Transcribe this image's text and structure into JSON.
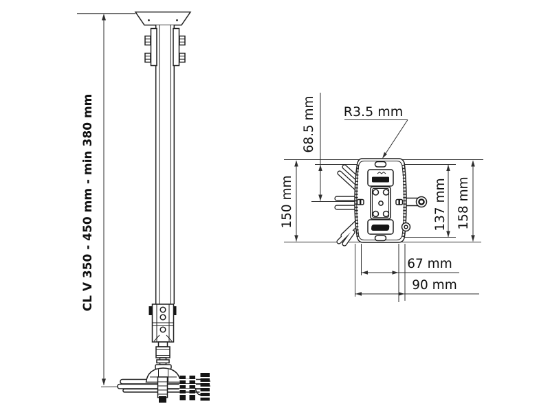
{
  "labels": {
    "pole_height": "CL V 350 - 450 mm - min 380 mm",
    "radius": "R3.5 mm",
    "top_offset": "68.5 mm",
    "plate_height": "150 mm",
    "slot_spacing": "137 mm",
    "total_height": "158 mm",
    "inner_width": "67 mm",
    "outer_width": "90 mm"
  },
  "colors": {
    "line": "#1e1e1e",
    "dimension": "#2e2e2e",
    "background": "#ffffff"
  }
}
